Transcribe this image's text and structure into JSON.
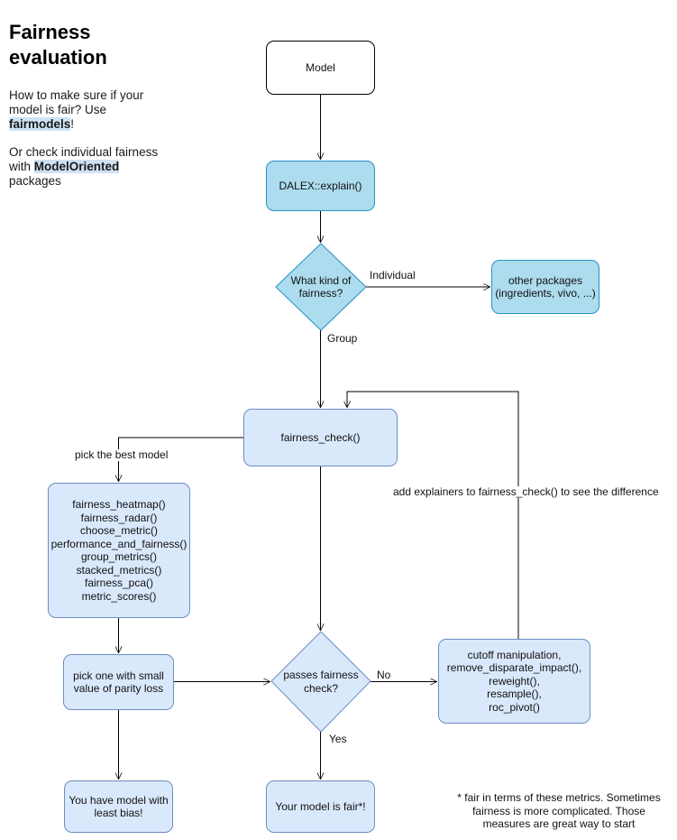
{
  "intro": {
    "title": "Fairness evaluation",
    "p1_before": "How to make sure if your model is fair? Use ",
    "p1_highlight": "fairmodels",
    "p1_after": "!",
    "p2_before": "Or check individual fairness with ",
    "p2_highlight": "ModelOriented",
    "p2_after": " packages"
  },
  "flowchart": {
    "nodes": {
      "model": "Model",
      "dalex": "DALEX::explain()",
      "fairness_kind": "What kind of fairness?",
      "other_packages": "other packages (ingredients, vivo, ...)",
      "fairness_check": "fairness_check()",
      "functions": {
        "l0": "fairness_heatmap()",
        "l1": "fairness_radar()",
        "l2": "choose_metric()",
        "l3": "performance_and_fairness()",
        "l4": "group_metrics()",
        "l5": "stacked_metrics()",
        "l6": "fairness_pca()",
        "l7": "metric_scores()"
      },
      "pick_one": "pick one with small value of parity loss",
      "passes_check": "passes fairness check?",
      "mitigation": {
        "l0": "cutoff manipulation,",
        "l1": "remove_disparate_impact(),",
        "l2": "reweight(),",
        "l3": "resample(),",
        "l4": "roc_pivot()"
      },
      "least_bias": "You have model with least bias!",
      "model_fair": "Your model is fair*!"
    },
    "edge_labels": {
      "individual": "Individual",
      "group": "Group",
      "pick_best": "pick the best model",
      "add_explainers": "add explainers to fairness_check() to see the difference",
      "no": "No",
      "yes": "Yes"
    },
    "footnote": {
      "l0": "* fair in terms of these metrics. Sometimes",
      "l1": "fairness is more complicated. Those",
      "l2": "measures are great way to start"
    }
  },
  "colors": {
    "cyan_fill": "#addcee",
    "cyan_stroke": "#2492c8",
    "lavender_fill": "#dae8fc",
    "lavender_stroke": "#6c8ebf",
    "highlight": "#cfe2f3",
    "arrow": "#000000"
  }
}
